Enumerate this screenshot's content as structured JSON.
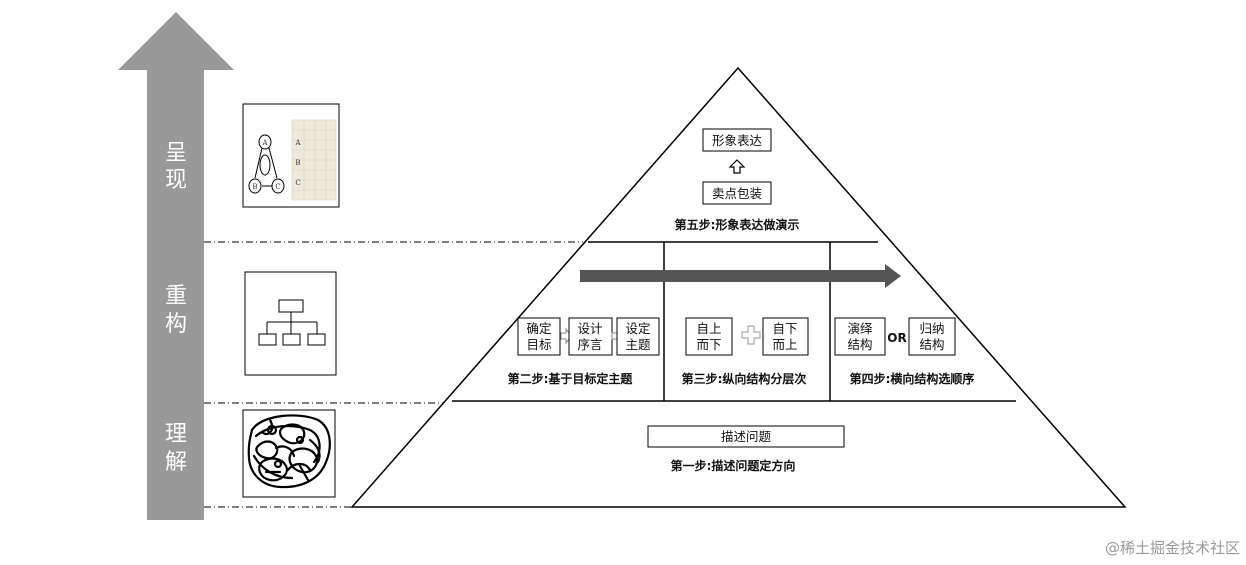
{
  "arrow": {
    "color": "#999999",
    "phases": [
      {
        "chars": [
          "呈",
          "现"
        ]
      },
      {
        "chars": [
          "重",
          "构"
        ]
      },
      {
        "chars": [
          "理",
          "解"
        ]
      }
    ]
  },
  "pyramid": {
    "top": {
      "box_top": "形象表达",
      "box_bottom": "卖点包装",
      "step_label": "第五步:形象表达做演示"
    },
    "middle": {
      "left": {
        "boxes": [
          [
            "确定",
            "目标"
          ],
          [
            "设计",
            "序言"
          ],
          [
            "设定",
            "主题"
          ]
        ],
        "step_label": "第二步:基于目标定主题"
      },
      "center": {
        "boxes": [
          [
            "自上",
            "而下"
          ],
          [
            "自下",
            "而上"
          ]
        ],
        "step_label": "第三步:纵向结构分层次"
      },
      "right": {
        "boxes": [
          [
            "演绎",
            "结构"
          ],
          [
            "归纳",
            "结构"
          ]
        ],
        "connector": "OR",
        "step_label": "第四步:横向结构选顺序"
      }
    },
    "bottom": {
      "box": "描述问题",
      "step_label": "第一步:描述问题定方向"
    }
  },
  "diagram_icon": {
    "nodes": [
      "A",
      "B",
      "C"
    ],
    "column_letters": [
      "A",
      "B",
      "C"
    ]
  },
  "watermark": "@稀土掘金技术社区",
  "colors": {
    "arrow": "#999999",
    "progress_arrow": "#555555",
    "line": "#000000"
  }
}
